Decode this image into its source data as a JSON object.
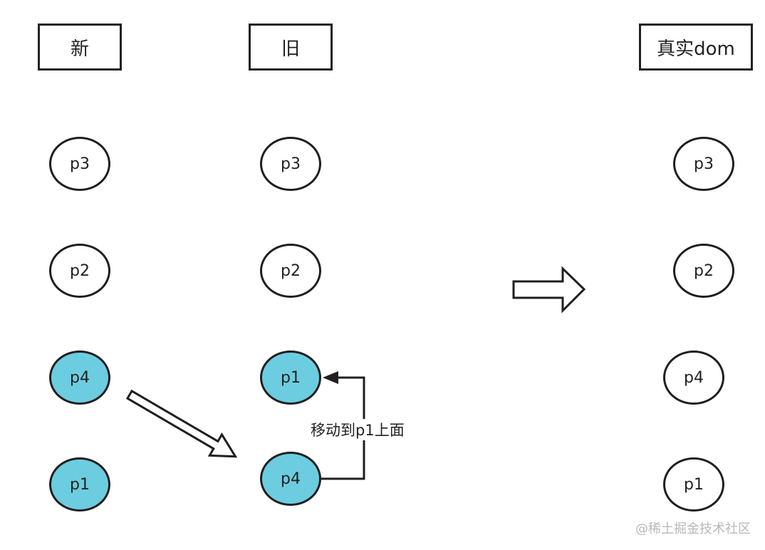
{
  "headers": {
    "new": "新",
    "old": "旧",
    "real_dom": "真实dom"
  },
  "new_column": [
    {
      "label": "p3",
      "highlighted": false
    },
    {
      "label": "p2",
      "highlighted": false
    },
    {
      "label": "p4",
      "highlighted": true
    },
    {
      "label": "p1",
      "highlighted": true
    }
  ],
  "old_column": [
    {
      "label": "p3",
      "highlighted": false
    },
    {
      "label": "p2",
      "highlighted": false
    },
    {
      "label": "p1",
      "highlighted": true
    },
    {
      "label": "p4",
      "highlighted": true
    }
  ],
  "real_dom_column": [
    {
      "label": "p3",
      "highlighted": false
    },
    {
      "label": "p2",
      "highlighted": false
    },
    {
      "label": "p4",
      "highlighted": false
    },
    {
      "label": "p1",
      "highlighted": false
    }
  ],
  "move_label": "移动到p1上面",
  "watermark": "@稀土掘金技术社区",
  "colors": {
    "highlight": "#6ccde0",
    "stroke": "#1f1f1f",
    "background": "#ffffff"
  }
}
